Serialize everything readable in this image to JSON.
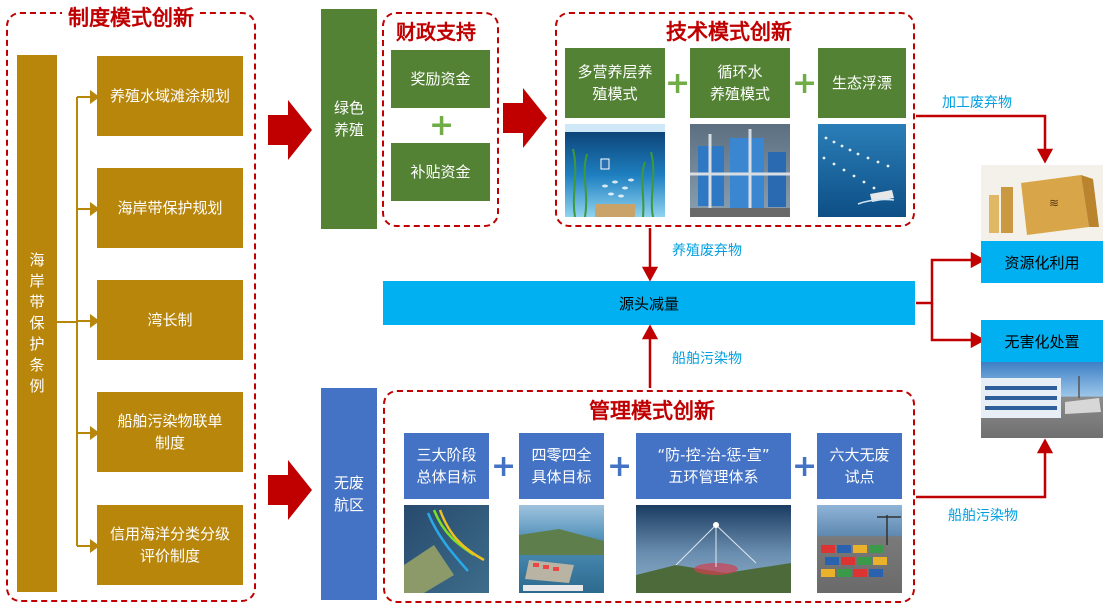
{
  "institution": {
    "title": "制度模式创新",
    "law": "海\n岸\n带\n保\n护\n条\n例",
    "items": [
      "养殖水域滩涂规划",
      "海岸带保护规划",
      "湾长制",
      "船舶污染物联单\n制度",
      "信用海洋分类分级\n评价制度"
    ]
  },
  "green_aquaculture": "绿色\n养殖",
  "finance": {
    "title": "财政支持",
    "items": [
      "奖励资金",
      "补贴资金"
    ]
  },
  "technology": {
    "title": "技术模式创新",
    "items": [
      "多营养层养\n殖模式",
      "循环水\n养殖模式",
      "生态浮漂"
    ]
  },
  "source_reduction": "源头减量",
  "flows": {
    "aquaculture_waste": "养殖废弃物",
    "processing_waste": "加工废弃物",
    "ship_pollutants_up": "船舶污染物",
    "ship_pollutants_right": "船舶污染物"
  },
  "outcomes": {
    "resource": "资源化利用",
    "harmless": "无害化处置"
  },
  "zero_waste_zone": "无废\n航区",
  "management": {
    "title": "管理模式创新",
    "items": [
      "三大阶段\n总体目标",
      "四零四全\n具体目标",
      "“防-控-治-惩-宣”\n五环管理体系",
      "六大无废\n试点"
    ]
  },
  "colors": {
    "gold": "#b8860b",
    "green": "#548235",
    "blue": "#4472c4",
    "cyan": "#00b0f0",
    "red": "#c00000",
    "accent_label": "#00a0e0"
  }
}
